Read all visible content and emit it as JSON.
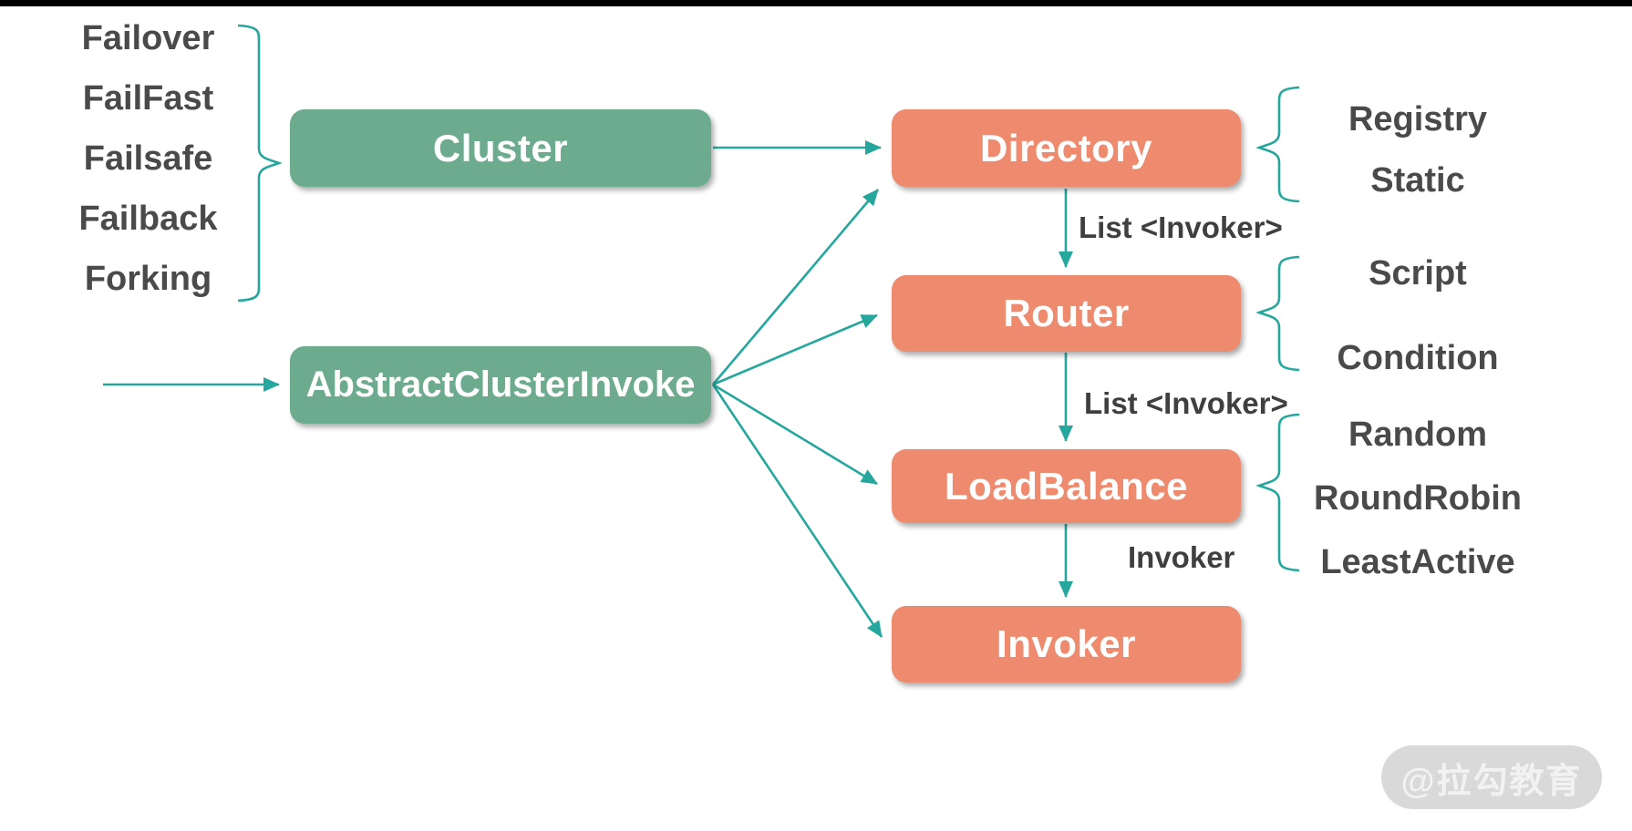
{
  "colors": {
    "green": "#6cab8d",
    "orange": "#ee8a6e",
    "teal": "#25a79e",
    "label_gray": "#4a4a4a",
    "edge_label_gray": "#3f3f3f",
    "watermark_bg": "#d9d9d9",
    "watermark_text_color": "#f2f2f2",
    "top_bar": "#000000",
    "background": "#ffffff"
  },
  "cluster_strategies": {
    "items": [
      "Failover",
      "FailFast",
      "Failsafe",
      "Failback",
      "Forking"
    ]
  },
  "nodes": {
    "cluster": {
      "label": "Cluster"
    },
    "abstract_cluster_invoke": {
      "label": "AbstractClusterInvoke"
    },
    "directory": {
      "label": "Directory"
    },
    "router": {
      "label": "Router"
    },
    "load_balance": {
      "label": "LoadBalance"
    },
    "invoker": {
      "label": "Invoker"
    }
  },
  "edge_labels": {
    "directory_to_router": "List <Invoker>",
    "router_to_load_balance": "List <Invoker>",
    "load_balance_to_invoker": "Invoker"
  },
  "implementations": {
    "directory": [
      "Registry",
      "Static"
    ],
    "router": [
      "Script",
      "Condition"
    ],
    "load_balance": [
      "Random",
      "RoundRobin",
      "LeastActive"
    ]
  },
  "watermark": {
    "text": "@拉勾教育"
  }
}
